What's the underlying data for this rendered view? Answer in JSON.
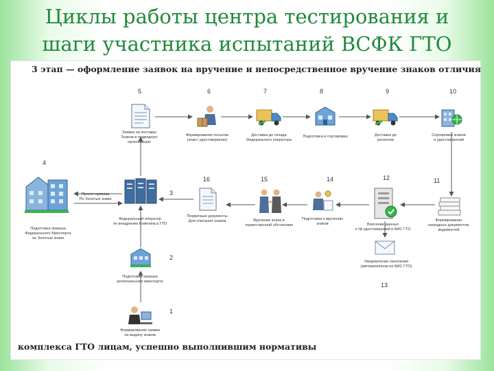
{
  "title": {
    "line1": "Циклы работы центра тестирования и",
    "line2": "шаги участника испытаний ВСФК ГТО"
  },
  "diagram": {
    "header": "3 этап — оформление заявок на вручение и непосредственное вручение знаков отличия",
    "footer": "комплекса ГТО лицам, успешно выполнившим нормативы",
    "steps": [
      {
        "n": "1",
        "caption": "Формирование заявки\nна выдачу знаков"
      },
      {
        "n": "2",
        "caption": "Подготовка приказа\nрегионального минспорта"
      },
      {
        "n": "3",
        "caption": "Федеральный оператор\nпо внедрению Комплекса ГТО"
      },
      {
        "n": "4",
        "caption": "Подготовка приказа\nФедерального Минспорта\nпо Золотые знаки"
      },
      {
        "n": "5",
        "caption": "Заявка на поставку\nЗнаков в подрядную\nорганизацию"
      },
      {
        "n": "6",
        "caption": "Формирование посылки\n(знак+ удостоверение)"
      },
      {
        "n": "7",
        "caption": "Доставка до склада\nФедерального оператора"
      },
      {
        "n": "8",
        "caption": "Подготовка и сортировка"
      },
      {
        "n": "9",
        "caption": "Доставка до\nрегионов"
      },
      {
        "n": "10",
        "caption": "Сортировка знаков\nи удостоверений"
      },
      {
        "n": "11",
        "caption": "Формирование\nнаградных документов,\nведомостей"
      },
      {
        "n": "12",
        "caption": "Внесение данных\nо № удостоверений в АИС ГТО"
      },
      {
        "n": "13",
        "caption": "Уведомление населения\n(автоматически из АИС ГТО)"
      },
      {
        "n": "14",
        "caption": "Подготовка к вручению\nзнаков"
      },
      {
        "n": "15",
        "caption": "Вручение знака в\nторжественной обстановке"
      },
      {
        "n": "16",
        "caption": "Первичные документы\nДля списания знаков"
      }
    ],
    "project_label": "Проект приказа\nПо Золотые знаки"
  },
  "colors": {
    "title": "#1f8a3a",
    "accent_green": "#39b54a",
    "accent_blue": "#2f6fb5",
    "arrow": "#555555"
  }
}
